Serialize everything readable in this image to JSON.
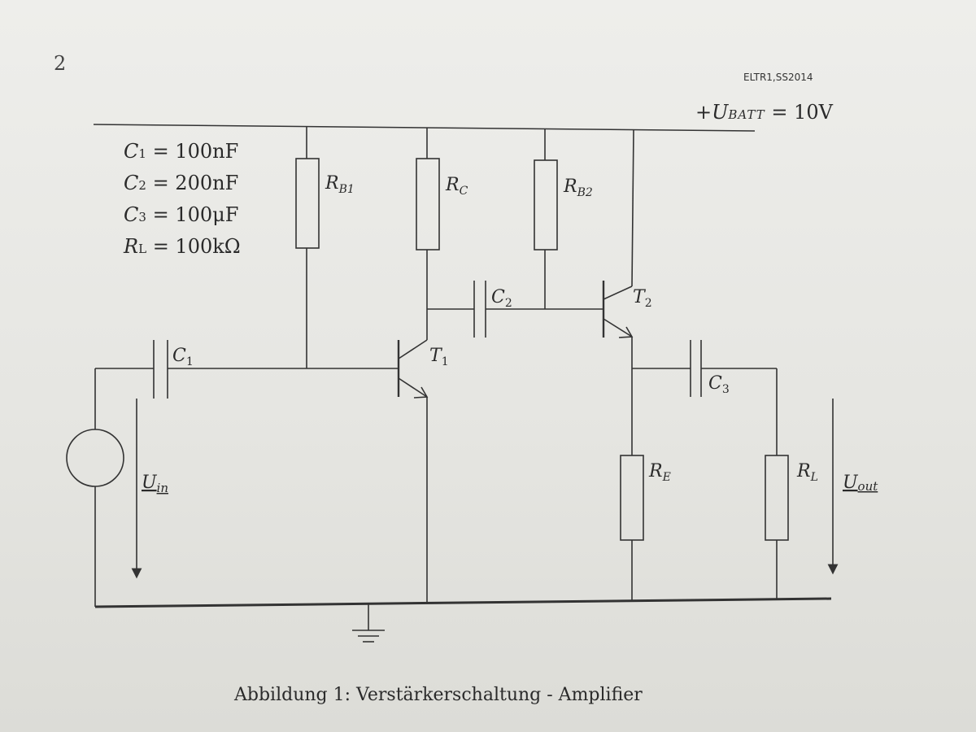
{
  "page_number": "2",
  "course_label": "ELTR1,SS2014",
  "supply": {
    "prefix": "+U",
    "subscript": "BATT",
    "value": "= 10V"
  },
  "parameters": [
    {
      "symbol": "C",
      "sub": "1",
      "value": "= 100nF"
    },
    {
      "symbol": "C",
      "sub": "2",
      "value": "= 200nF"
    },
    {
      "symbol": "C",
      "sub": "3",
      "value": "= 100μF"
    },
    {
      "symbol": "R",
      "sub": "L",
      "value": "= 100kΩ"
    }
  ],
  "components": {
    "rb1": {
      "symbol": "R",
      "sub": "B1"
    },
    "rc": {
      "symbol": "R",
      "sub": "C"
    },
    "rb2": {
      "symbol": "R",
      "sub": "B2"
    },
    "re": {
      "symbol": "R",
      "sub": "E"
    },
    "rl": {
      "symbol": "R",
      "sub": "L"
    },
    "c1": {
      "symbol": "C",
      "sub": "1"
    },
    "c2": {
      "symbol": "C",
      "sub": "2"
    },
    "c3": {
      "symbol": "C",
      "sub": "3"
    },
    "t1": {
      "symbol": "T",
      "sub": "1"
    },
    "t2": {
      "symbol": "T",
      "sub": "2"
    },
    "uin": {
      "symbol": "U",
      "sub": "in"
    },
    "uout": {
      "symbol": "U",
      "sub": "out"
    }
  },
  "caption": "Abbildung 1: Verstärkerschaltung - Amplifier"
}
